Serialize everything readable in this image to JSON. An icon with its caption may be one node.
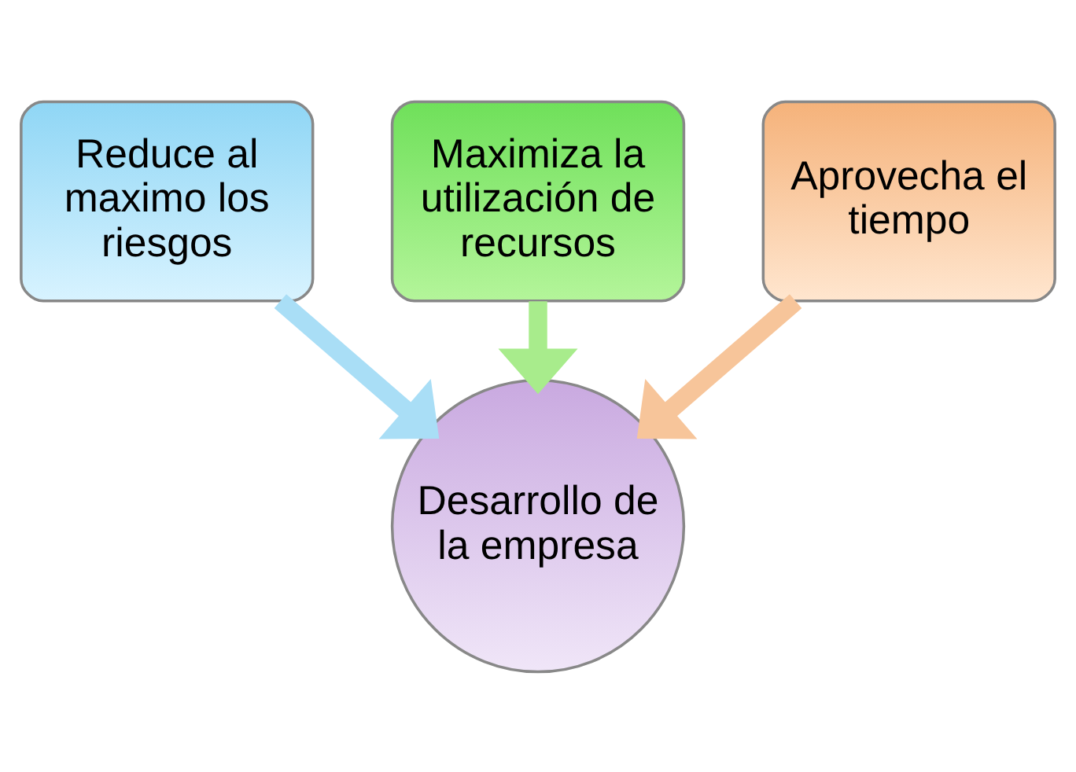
{
  "diagram": {
    "nodes": [
      {
        "text": [
          "Maximiza la utilización de recursos"
        ]
      },
      {
        "text": [
          "Reduce al maximo los riesgos"
        ]
      },
      {
        "text": [
          "Aprovecha el tiempo"
        ]
      },
      {
        "text": [
          "Desarrollo de la empresa"
        ]
      }
    ],
    "edges": [
      {
        "from": 0,
        "to": 3,
        "arrow": "to",
        "color": "#a8ec8c"
      },
      {
        "from": 1,
        "to": 3,
        "arrow": "to",
        "color": "#a9def6"
      },
      {
        "from": 2,
        "to": 3,
        "arrow": "to",
        "color": "#f7c59a"
      }
    ]
  }
}
